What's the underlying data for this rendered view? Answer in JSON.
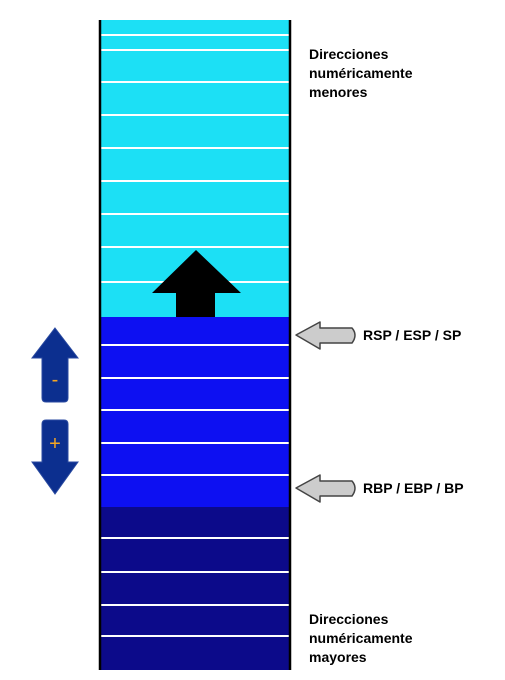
{
  "diagram": {
    "top_label": [
      "Direcciones",
      "numéricamente",
      "menores"
    ],
    "bottom_label": [
      "Direcciones",
      "numéricamente",
      "mayores"
    ],
    "pointers": [
      {
        "name": "stack-pointer",
        "label": "RSP / ESP / SP"
      },
      {
        "name": "base-pointer",
        "label": "RBP / EBP / BP"
      }
    ],
    "side_arrows": [
      {
        "name": "minus-up-arrow",
        "symbol": "-"
      },
      {
        "name": "plus-down-arrow",
        "symbol": "+"
      }
    ],
    "growth_arrow_icon": "up-arrow-icon",
    "colors": {
      "free_region": "#1ce0f5",
      "stack_frame": "#0d10f2",
      "lower_region": "#0c0a8a",
      "divider": "#ffffff",
      "pointer_arrow_fill": "#cccccc",
      "side_arrow_fill": "#0c2f8f",
      "side_arrow_symbol": "#f5a623"
    }
  }
}
